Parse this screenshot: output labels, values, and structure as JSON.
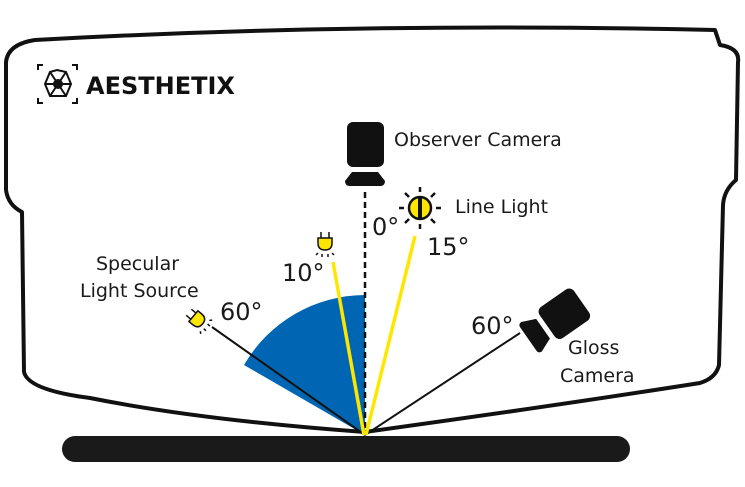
{
  "logo": {
    "text": "AESTHETIX"
  },
  "labels": {
    "observer_camera": "Observer Camera",
    "line_light": "Line Light",
    "specular_line1": "Specular",
    "specular_line2": "Light Source",
    "gloss_line1": "Gloss",
    "gloss_line2": "Camera"
  },
  "angles": {
    "observer": "0°",
    "line_light": "15°",
    "small_light": "10°",
    "specular": "60°",
    "gloss": "60°"
  },
  "colors": {
    "wedge": "#0066b3",
    "light": "#ffe600",
    "ink": "#111111"
  }
}
